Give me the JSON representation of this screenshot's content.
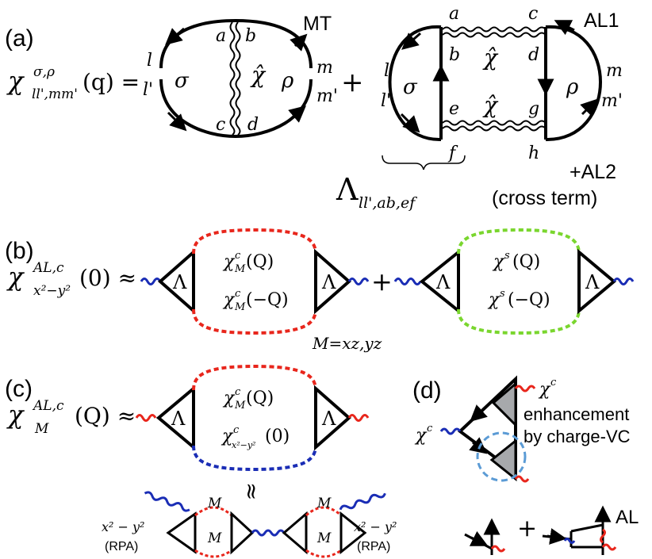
{
  "panel_a": {
    "label": "(a)",
    "lhs": "χ",
    "lhs_sup": "σ,ρ",
    "lhs_sub": "ll',mm'",
    "lhs_arg": "(q) =",
    "plus": "+",
    "mt_title": "MT",
    "al1_title": "AL1",
    "al2_title": "+AL2",
    "cross_term": "(cross term)",
    "chi_hat": "χ̂",
    "sigma": "σ",
    "rho": "ρ",
    "l": "l",
    "l_prime": "l'",
    "m": "m",
    "m_prime": "m'",
    "idx_a": "a",
    "idx_b": "b",
    "idx_c": "c",
    "idx_d": "d",
    "idx_e": "e",
    "idx_f": "f",
    "idx_g": "g",
    "idx_h": "h",
    "lambda": "Λ",
    "lambda_sub": "ll',ab,ef"
  },
  "panel_b": {
    "label": "(b)",
    "lhs": "χ",
    "lhs_sup": "AL,c",
    "lhs_sub": "x²−y²",
    "lhs_arg": "(0) ≈",
    "plus": "+",
    "lambda": "Λ",
    "chi_c_top": "χ",
    "chi_c_top_sup": "c",
    "chi_c_top_sub": "M",
    "chi_c_top_arg": "(Q)",
    "chi_c_bot_arg": "(−Q)",
    "chi_s": "χ",
    "chi_s_sup": "s",
    "chi_s_top_arg": "(Q)",
    "chi_s_bot_arg": "(−Q)",
    "m_note": "M=xz,yz"
  },
  "panel_c": {
    "label": "(c)",
    "lhs": "χ",
    "lhs_sup": "AL,c",
    "lhs_sub": "M",
    "lhs_arg": "(Q) ≈",
    "lambda": "Λ",
    "chi_top": "χ",
    "chi_top_sup": "c",
    "chi_top_sub": "M",
    "chi_top_arg": "(Q)",
    "chi_bot_sub": "x²−y²",
    "chi_bot_arg": "(0)",
    "approx": "≈",
    "left_label": "x² − y²",
    "right_label": "x² − y²",
    "rpa": "(RPA)",
    "m": "M"
  },
  "panel_d": {
    "label": "(d)",
    "chi_c": "χ",
    "chi_c_sup": "c",
    "note_line1": "enhancement",
    "note_line2": "by charge-VC",
    "plus": "+",
    "al": "AL"
  },
  "colors": {
    "red": "#e8261c",
    "blue": "#1a2db5",
    "green": "#7ad62e",
    "gray": "#a7a9ac",
    "dash_circle": "#5b9bd5"
  }
}
